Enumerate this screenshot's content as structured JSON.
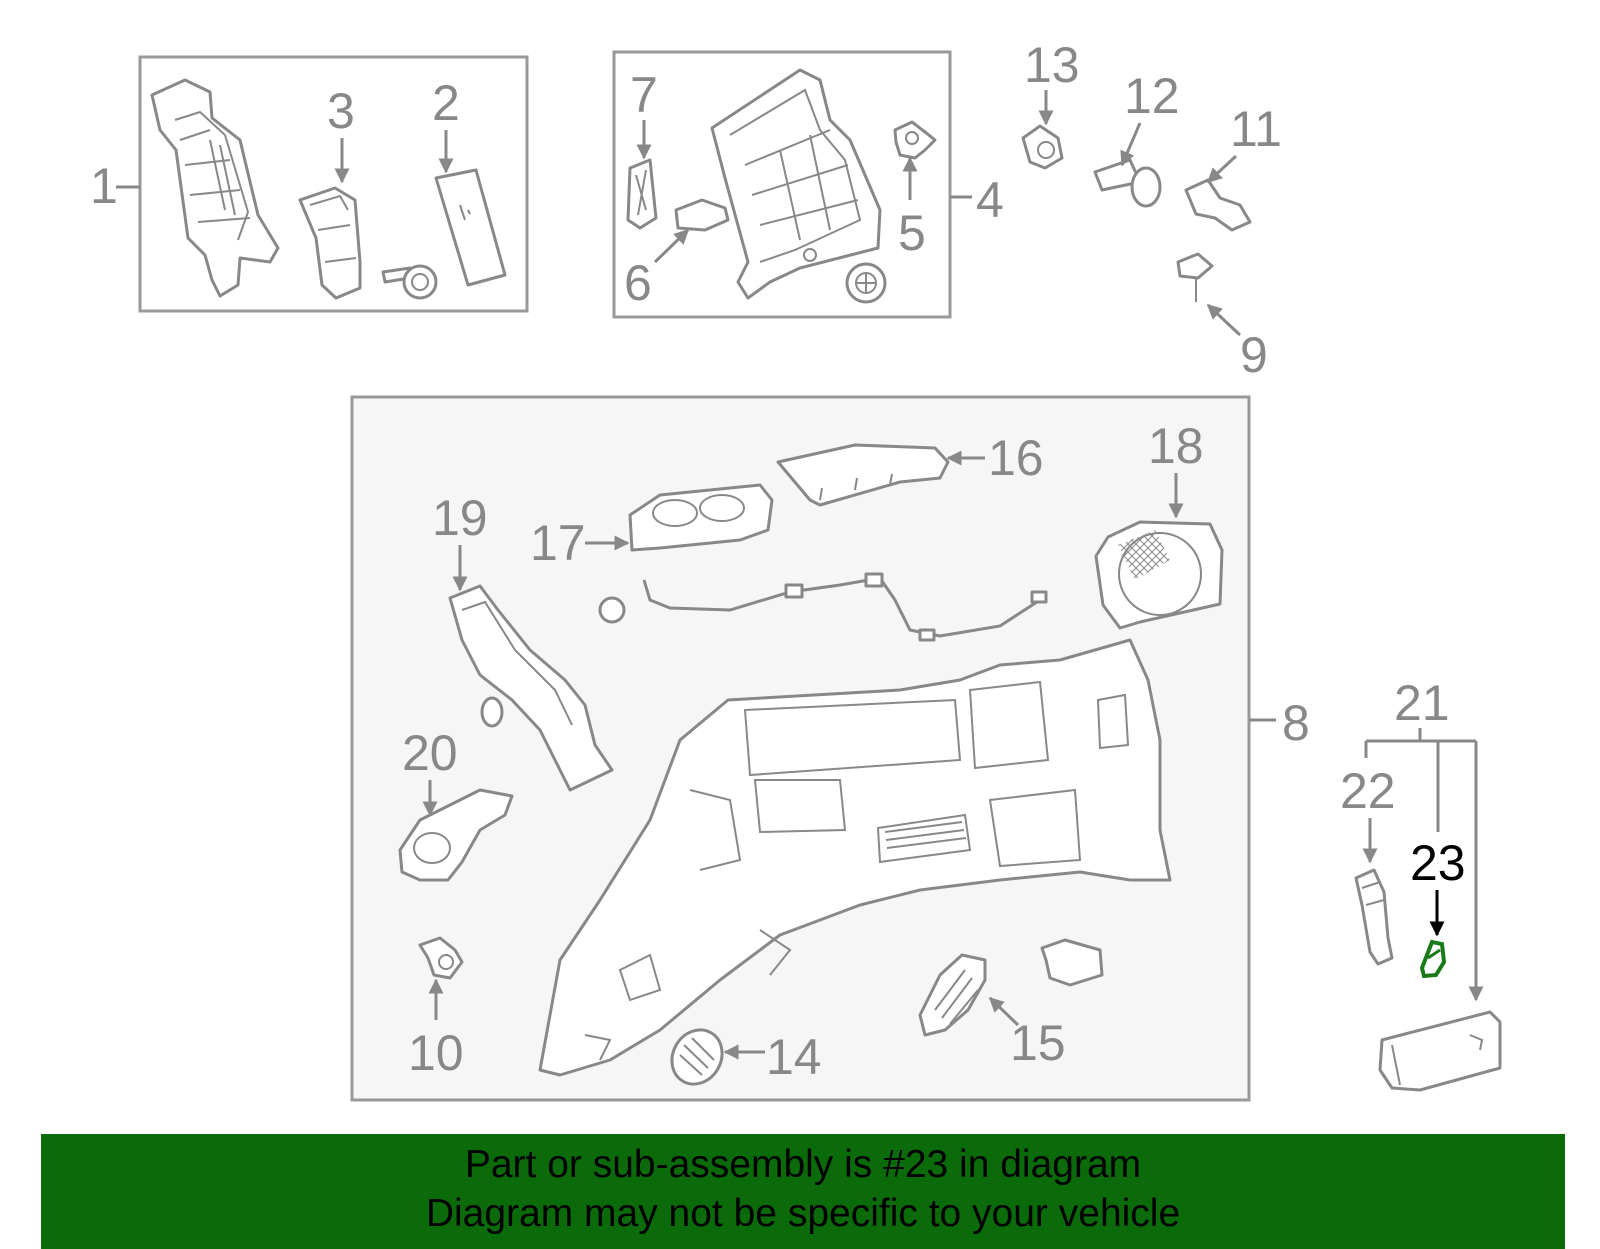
{
  "colors": {
    "line": "#888888",
    "highlight_part": "#1a7a1a",
    "highlight_label": "#000000",
    "footer_background": "#0b6b0b",
    "footer_text": "#000000",
    "group_box": "#999999"
  },
  "callouts": [
    {
      "id": "c1",
      "label": "1"
    },
    {
      "id": "c2",
      "label": "2"
    },
    {
      "id": "c3",
      "label": "3"
    },
    {
      "id": "c4",
      "label": "4"
    },
    {
      "id": "c5",
      "label": "5"
    },
    {
      "id": "c6",
      "label": "6"
    },
    {
      "id": "c7",
      "label": "7"
    },
    {
      "id": "c8",
      "label": "8"
    },
    {
      "id": "c9",
      "label": "9"
    },
    {
      "id": "c10",
      "label": "10"
    },
    {
      "id": "c11",
      "label": "11"
    },
    {
      "id": "c12",
      "label": "12"
    },
    {
      "id": "c13",
      "label": "13"
    },
    {
      "id": "c14",
      "label": "14"
    },
    {
      "id": "c15",
      "label": "15"
    },
    {
      "id": "c16",
      "label": "16"
    },
    {
      "id": "c17",
      "label": "17"
    },
    {
      "id": "c18",
      "label": "18"
    },
    {
      "id": "c19",
      "label": "19"
    },
    {
      "id": "c20",
      "label": "20"
    },
    {
      "id": "c21",
      "label": "21"
    },
    {
      "id": "c22",
      "label": "22"
    },
    {
      "id": "c23",
      "label": "23",
      "highlighted": true
    }
  ],
  "footer": {
    "line1": "Part or sub-assembly is #23 in diagram",
    "line2": "Diagram may not be specific to your vehicle"
  }
}
